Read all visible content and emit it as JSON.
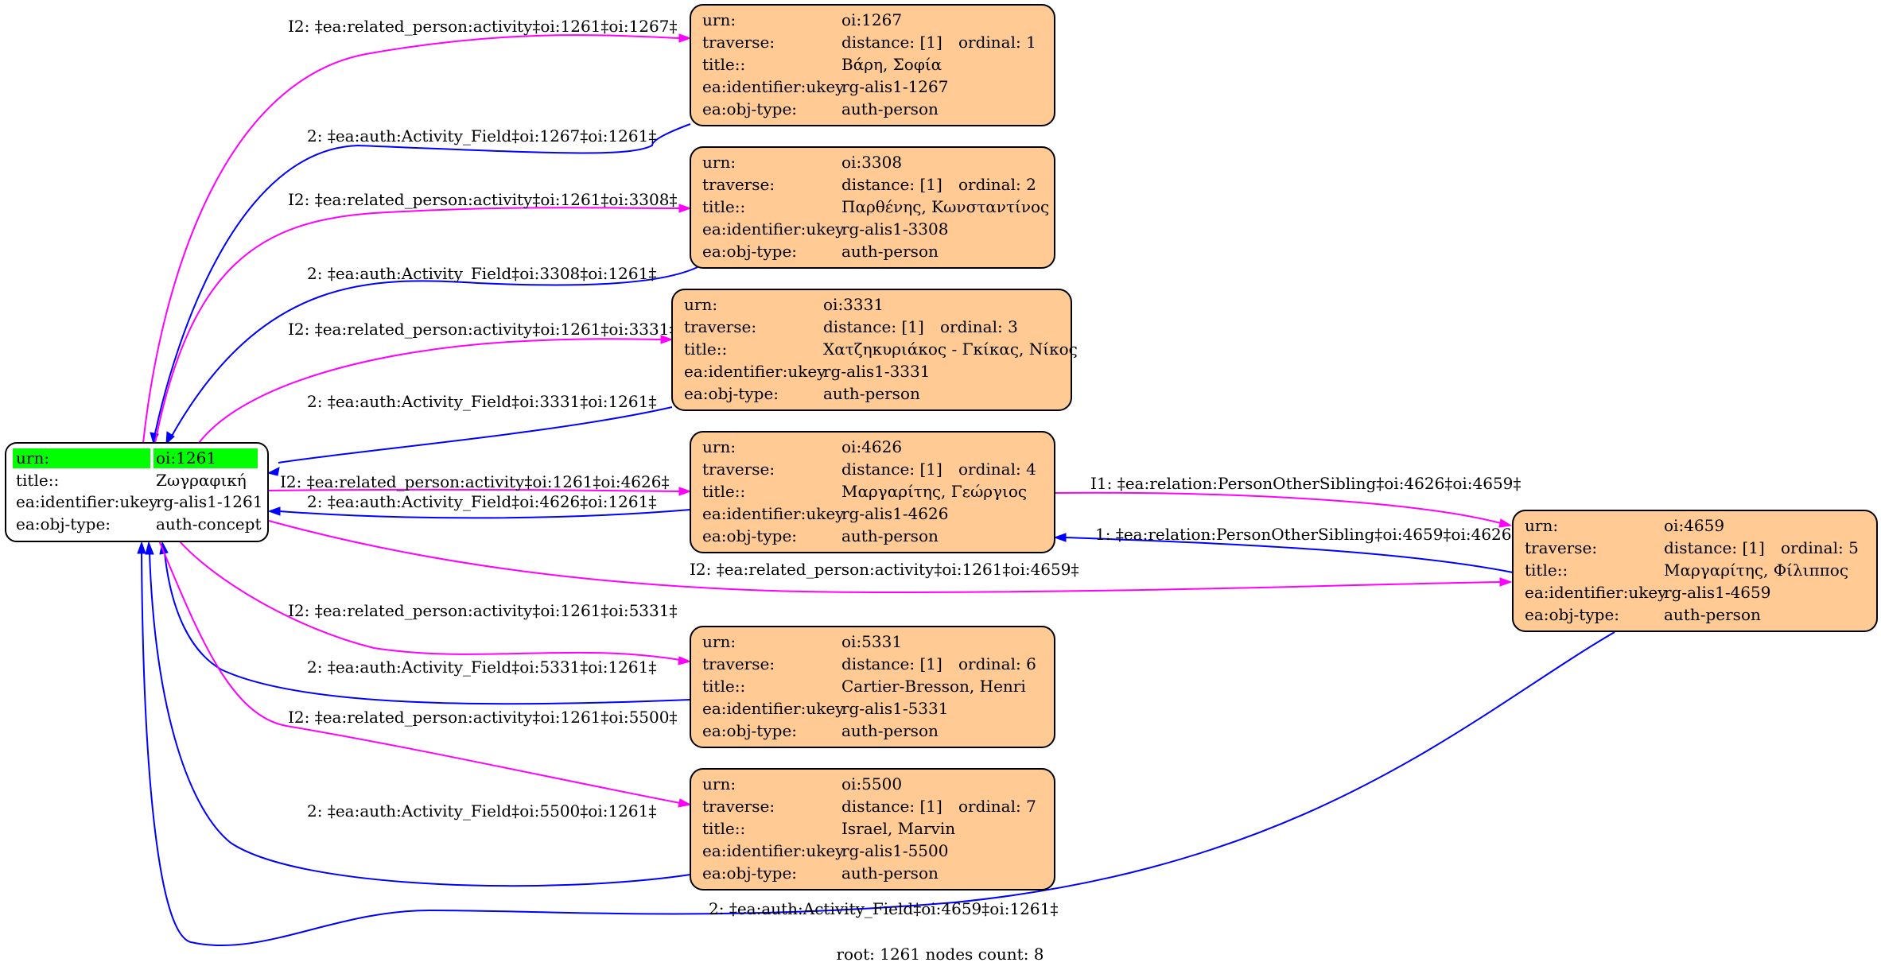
{
  "colors": {
    "accent_magenta": "#ff00ff",
    "accent_blue": "#0000ff",
    "node_fill": "#ffca94",
    "root_highlight": "#00ff00"
  },
  "root": {
    "rows": [
      {
        "k": "urn:",
        "v": "oi:1261"
      },
      {
        "k": "title::",
        "v": "Ζωγραφική"
      },
      {
        "k": "ea:identifier:ukey",
        "v": "rg-alis1-1261"
      },
      {
        "k": "ea:obj-type:",
        "v": "auth-concept"
      }
    ]
  },
  "nodes": [
    {
      "urn": "oi:1267",
      "distance": "distance: [1]",
      "ordinal": "ordinal: 1",
      "title": "Βάρη, Σοφία",
      "ukey": "rg-alis1-1267",
      "objtype": "auth-person"
    },
    {
      "urn": "oi:3308",
      "distance": "distance: [1]",
      "ordinal": "ordinal: 2",
      "title": "Παρθένης, Κωνσταντίνος",
      "ukey": "rg-alis1-3308",
      "objtype": "auth-person"
    },
    {
      "urn": "oi:3331",
      "distance": "distance: [1]",
      "ordinal": "ordinal: 3",
      "title": "Χατζηκυριάκος - Γκίκας, Νίκος",
      "ukey": "rg-alis1-3331",
      "objtype": "auth-person"
    },
    {
      "urn": "oi:4626",
      "distance": "distance: [1]",
      "ordinal": "ordinal: 4",
      "title": "Μαργαρίτης, Γεώργιος",
      "ukey": "rg-alis1-4626",
      "objtype": "auth-person"
    },
    {
      "urn": "oi:4659",
      "distance": "distance: [1]",
      "ordinal": "ordinal: 5",
      "title": "Μαργαρίτης, Φίλιππος",
      "ukey": "rg-alis1-4659",
      "objtype": "auth-person"
    },
    {
      "urn": "oi:5331",
      "distance": "distance: [1]",
      "ordinal": "ordinal: 6",
      "title": "Cartier-Bresson, Henri",
      "ukey": "rg-alis1-5331",
      "objtype": "auth-person"
    },
    {
      "urn": "oi:5500",
      "distance": "distance: [1]",
      "ordinal": "ordinal: 7",
      "title": "Israel, Marvin",
      "ukey": "rg-alis1-5500",
      "objtype": "auth-person"
    }
  ],
  "row_keys": {
    "urn": "urn:",
    "traverse": "traverse:",
    "title": "title::",
    "ukey": "ea:identifier:ukey",
    "objtype": "ea:obj-type:"
  },
  "edges": [
    {
      "label": "I2: ‡ea:related_person:activity‡oi:1261‡oi:1267‡"
    },
    {
      "label": "2: ‡ea:auth:Activity_Field‡oi:1267‡oi:1261‡"
    },
    {
      "label": "I2: ‡ea:related_person:activity‡oi:1261‡oi:3308‡"
    },
    {
      "label": "2: ‡ea:auth:Activity_Field‡oi:3308‡oi:1261‡"
    },
    {
      "label": "I2: ‡ea:related_person:activity‡oi:1261‡oi:3331‡"
    },
    {
      "label": "2: ‡ea:auth:Activity_Field‡oi:3331‡oi:1261‡"
    },
    {
      "label": "I2: ‡ea:related_person:activity‡oi:1261‡oi:4626‡"
    },
    {
      "label": "2: ‡ea:auth:Activity_Field‡oi:4626‡oi:1261‡"
    },
    {
      "label": "I1: ‡ea:relation:PersonOtherSibling‡oi:4626‡oi:4659‡"
    },
    {
      "label": "1: ‡ea:relation:PersonOtherSibling‡oi:4659‡oi:4626‡"
    },
    {
      "label": "I2: ‡ea:related_person:activity‡oi:1261‡oi:4659‡"
    },
    {
      "label": "I2: ‡ea:related_person:activity‡oi:1261‡oi:5331‡"
    },
    {
      "label": "2: ‡ea:auth:Activity_Field‡oi:5331‡oi:1261‡"
    },
    {
      "label": "I2: ‡ea:related_person:activity‡oi:1261‡oi:5500‡"
    },
    {
      "label": "2: ‡ea:auth:Activity_Field‡oi:5500‡oi:1261‡"
    },
    {
      "label": "2: ‡ea:auth:Activity_Field‡oi:4659‡oi:1261‡"
    }
  ],
  "footer": "root: 1261 nodes count: 8"
}
